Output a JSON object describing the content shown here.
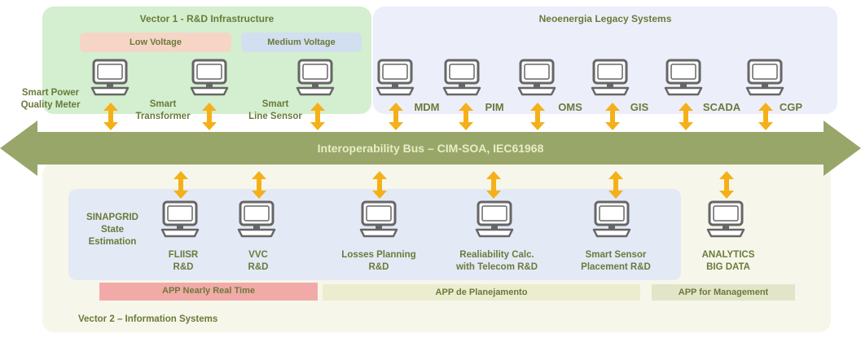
{
  "vector1": {
    "title": "Vector 1 - R&D Infrastructure",
    "low_voltage": "Low Voltage",
    "medium_voltage": "Medium Voltage",
    "devices": [
      "Smart Power\nQuality Meter",
      "Smart\nTransformer",
      "Smart\nLine Sensor"
    ]
  },
  "legacy": {
    "title": "Neoenergia Legacy Systems",
    "systems": [
      "MDM",
      "PIM",
      "OMS",
      "GIS",
      "SCADA",
      "CGP"
    ]
  },
  "bus": {
    "label": "Interoperability Bus – CIM-SOA, IEC61968"
  },
  "vector2": {
    "title": "Vector 2 – Information Systems",
    "apps": [
      "SINAPGRID\nState\nEstimation",
      "FLIISR\nR&D",
      "VVC\nR&D",
      "Losses Planning\nR&D",
      "Realiability Calc.\nwith Telecom R&D",
      "Smart Sensor\nPlacement R&D",
      "ANALYTICS\nBIG DATA"
    ],
    "categories": [
      "APP Nearly Real Time",
      "APP de Planejamento",
      "APP for Management"
    ]
  },
  "colors": {
    "bus": "#98a66a",
    "text": "#6b7a3a",
    "arrow": "#f5b019",
    "computer": "#666666",
    "vector1_bg": "#d3efcf",
    "legacy_bg": "#eceffa",
    "vector2_bg": "#f6f7ea",
    "low_voltage_bg": "#f6d5c7",
    "medium_voltage_bg": "#d1dff0",
    "real_time_bg": "#f2aaa8"
  },
  "icons": [
    "computer-icon",
    "double-arrow-icon",
    "bus-arrow-icon"
  ]
}
